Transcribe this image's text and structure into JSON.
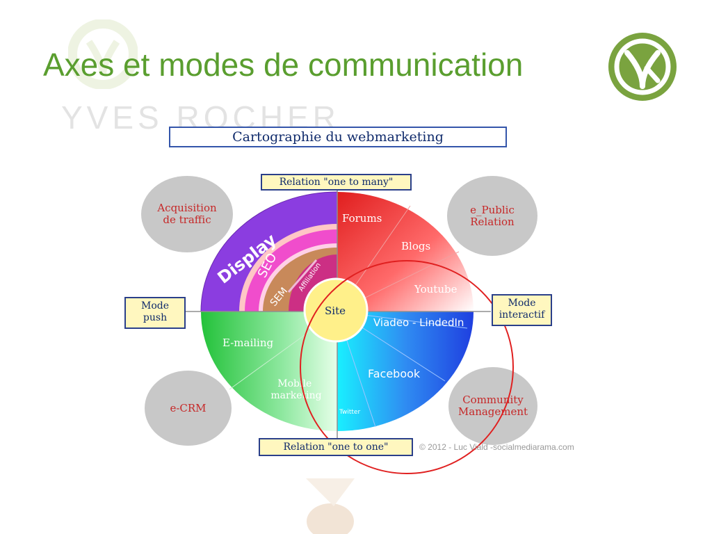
{
  "slide": {
    "title": "Axes et modes de communication",
    "watermark_text": "YVES ROCHER",
    "header_box": "Cartographie du webmarketing",
    "axis_labels": {
      "top": "Relation \"one to many\"",
      "bottom": "Relation \"one to one\"",
      "left": "Mode\npush",
      "right": "Mode\ninteractif"
    },
    "corner_circles": {
      "top_left": "Acquisition\nde traffic",
      "top_right": "e_Public\nRelation",
      "bottom_left": "e-CRM",
      "bottom_right": "Community\nManagement"
    },
    "wheel": {
      "center": "Site",
      "display": "Display",
      "seo": "SEO",
      "sem": "SEM",
      "affiliation": "Affiliation",
      "forums": "Forums",
      "blogs": "Blogs",
      "youtube": "Youtube",
      "viadeo": "Viadeo - LindedIn",
      "facebook": "Facebook",
      "twitter": "Twitter",
      "emailing": "E-mailing",
      "mobile": "Mobile\nmarketing"
    },
    "copyright": "© 2012 - Luc Viald -socialmediarama.com",
    "colors": {
      "title": "#5a9e2f",
      "logo": "#7aa33f",
      "highlight_circle": "#e02020"
    }
  }
}
